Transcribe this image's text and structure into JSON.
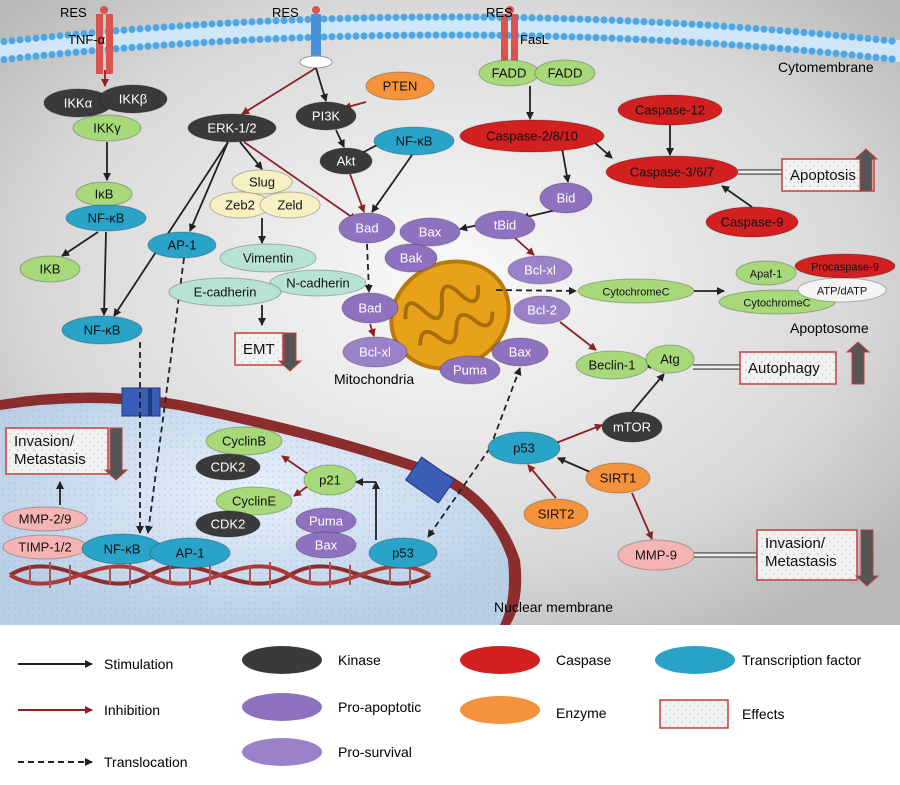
{
  "labels": {
    "res": "RES",
    "tnf": "TNF-α",
    "fasl": "FasL",
    "cytomembrane": "Cytomembrane",
    "mitochondria": "Mitochondria",
    "nuclear_membrane": "Nuclear membrane",
    "apoptosome": "Apoptosome"
  },
  "nodes": {
    "ikka": "IKKα",
    "ikkb": "IKKβ",
    "ikkg": "IKKγ",
    "ikb_upper": "IκB",
    "nfkb_upper": "NF-κB",
    "ikb_lower": "IKB",
    "nfkb_mid": "NF-κB",
    "erk": "ERK-1/2",
    "slug": "Slug",
    "zeb2": "Zeb2",
    "zeld": "Zeld",
    "vimentin": "Vimentin",
    "ncadherin": "N-cadherin",
    "ecadherin": "E-cadherin",
    "ap1_top": "AP-1",
    "pi3k": "PI3K",
    "pten": "PTEN",
    "akt": "Akt",
    "nfkb_akt": "NF-κB",
    "fadd1": "FADD",
    "fadd2": "FADD",
    "casp2810": "Caspase-2/8/10",
    "casp12": "Caspase-12",
    "casp367": "Caspase-3/6/7",
    "casp9": "Caspase-9",
    "bid": "Bid",
    "tbid": "tBid",
    "bax_top": "Bax",
    "bak": "Bak",
    "bad_top": "Bad",
    "bad_bottom": "Bad",
    "bclxl_left": "Bcl-xl",
    "bclxl_right": "Bcl-xl",
    "bcl2": "Bcl-2",
    "bax_mid": "Bax",
    "puma_mid": "Puma",
    "cytc": "CytochromeC",
    "apaf1": "Apaf-1",
    "procasp9": "Procaspase-9",
    "cytc_small": "CytochromeC",
    "atp": "ATP/dATP",
    "beclin": "Beclin-1",
    "atg": "Atg",
    "mtor": "mTOR",
    "p53_mid": "p53",
    "sirt1": "SIRT1",
    "sirt2": "SIRT2",
    "mmp9": "MMP-9",
    "cyclinb": "CyclinB",
    "cdk2_top": "CDK2",
    "p21": "p21",
    "cycline": "CyclinE",
    "cdk2_bottom": "CDK2",
    "puma_nuc": "Puma",
    "bax_nuc": "Bax",
    "p53_nuc": "p53",
    "mmp29": "MMP-2/9",
    "timp": "TIMP-1/2",
    "nfkb_nuc": "NF-κB",
    "ap1_nuc": "AP-1"
  },
  "effects": {
    "apoptosis": "Apoptosis",
    "autophagy": "Autophagy",
    "emt": "EMT",
    "invasion_top": "Invasion/\nMetastasis",
    "invasion_right": "Invasion/\nMetastasis"
  },
  "legend": {
    "stimulation": "Stimulation",
    "inhibition": "Inhibition",
    "translocation": "Translocation",
    "kinase": "Kinase",
    "pro_apoptotic": "Pro-apoptotic",
    "pro_survival": "Pro-survival",
    "caspase": "Caspase",
    "enzyme": "Enzyme",
    "transcription_factor": "Transcription factor",
    "effects": "Effects"
  },
  "colors": {
    "kinase": "#3a3a3a",
    "pro_apoptotic": "#8f72bf",
    "pro_survival": "#9b82c8",
    "caspase": "#d21f1f",
    "enzyme": "#f4933b",
    "transcription_factor": "#2aa3c9",
    "green": "#a7d87a",
    "cream": "#f6f0c2",
    "teal_light": "#b8e2d6",
    "pink": "#f6b5b5",
    "stimulation": "#222222",
    "inhibition": "#8b2323"
  }
}
